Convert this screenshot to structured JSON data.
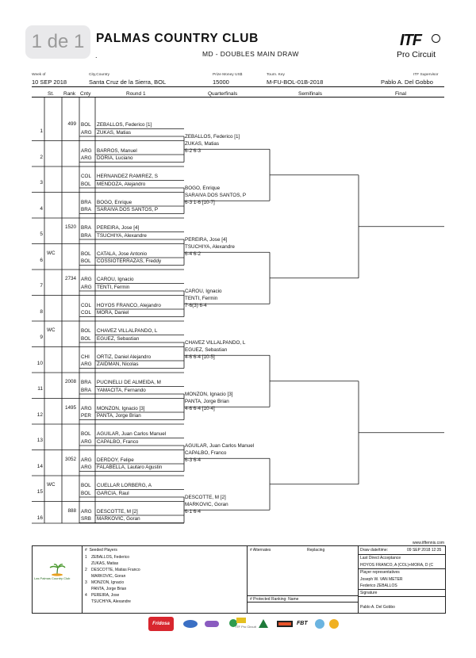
{
  "page_badge": "1 de 1",
  "header": {
    "title": "PALMAS COUNTRY CLUB",
    "dot": ".",
    "subtitle": "MD - DOUBLES MAIN DRAW",
    "logo_main": "ITF",
    "logo_sub": "Pro Circuit"
  },
  "info": {
    "week_label": "Week of",
    "week": "10 SEP 2018",
    "city_label": "City,Country",
    "city": "Santa Cruz de la Sierra, BOL",
    "prize_label": "Prize Money US$",
    "prize": "15000",
    "key_label": "Tourn. Key",
    "key": "M-FU-BOL-01B-2018",
    "super_label": "ITF Supervisor",
    "supervisor": "Pablo A. Del Gobbo"
  },
  "columns": {
    "st": "St.",
    "rank": "Rank",
    "cnty": "Cnty",
    "r1": "Round 1",
    "qf": "Quarterfinals",
    "sf": "Semifinals",
    "final": "Final"
  },
  "entries": [
    {
      "n": "1",
      "st": "",
      "rank": "499",
      "c1": "BOL",
      "p1": "ZEBALLOS, Federico [1]",
      "c2": "ARG",
      "p2": "ZUKAS, Matias"
    },
    {
      "n": "2",
      "st": "",
      "rank": "",
      "c1": "ARG",
      "p1": "BARROS, Manuel",
      "c2": "ARG",
      "p2": "DORIA, Luciano"
    },
    {
      "n": "3",
      "st": "",
      "rank": "",
      "c1": "COL",
      "p1": "HERNANDEZ RAMIREZ, S",
      "c2": "BOL",
      "p2": "MENDOZA, Alejandro"
    },
    {
      "n": "4",
      "st": "",
      "rank": "",
      "c1": "BRA",
      "p1": "BOGO, Enrique",
      "c2": "BRA",
      "p2": "SARAIVA DOS SANTOS, P"
    },
    {
      "n": "5",
      "st": "",
      "rank": "1520",
      "c1": "BRA",
      "p1": "PEREIRA, Jose [4]",
      "c2": "BRA",
      "p2": "TSUCHIYA, Alexandre"
    },
    {
      "n": "6",
      "st": "WC",
      "rank": "",
      "c1": "BOL",
      "p1": "CATALA, Jose Antonio",
      "c2": "BOL",
      "p2": "COSSIOTERRAZAS, Freddy"
    },
    {
      "n": "7",
      "st": "",
      "rank": "2734",
      "c1": "ARG",
      "p1": "CAROU, Ignacio",
      "c2": "ARG",
      "p2": "TENTI, Fermin"
    },
    {
      "n": "8",
      "st": "",
      "rank": "",
      "c1": "COL",
      "p1": "HOYOS FRANCO, Alejandro",
      "c2": "COL",
      "p2": "MORA, Daniel"
    },
    {
      "n": "9",
      "st": "WC",
      "rank": "",
      "c1": "BOL",
      "p1": "CHAVEZ VILLALPANDO, L",
      "c2": "BOL",
      "p2": "EGUEZ, Sebastian"
    },
    {
      "n": "10",
      "st": "",
      "rank": "",
      "c1": "CHI",
      "p1": "ORTIZ, Daniel Alejandro",
      "c2": "ARG",
      "p2": "ZAIDMAN, Nicolas"
    },
    {
      "n": "11",
      "st": "",
      "rank": "2008",
      "c1": "BRA",
      "p1": "PUCINELLI DE ALMEIDA, M",
      "c2": "BRA",
      "p2": "YAMACITA, Fernando"
    },
    {
      "n": "12",
      "st": "",
      "rank": "1495",
      "c1": "ARG",
      "p1": "MONZON, Ignacio [3]",
      "c2": "PER",
      "p2": "PANTA, Jorge Brian"
    },
    {
      "n": "13",
      "st": "",
      "rank": "",
      "c1": "BOL",
      "p1": "AGUILAR, Juan Carlos Manuel",
      "c2": "ARG",
      "p2": "CAPALBO, Franco"
    },
    {
      "n": "14",
      "st": "",
      "rank": "3052",
      "c1": "ARG",
      "p1": "DERDOY, Felipe",
      "c2": "ARG",
      "p2": "FALABELLA, Lautaro Agustin"
    },
    {
      "n": "15",
      "st": "WC",
      "rank": "",
      "c1": "BOL",
      "p1": "CUELLAR LORBERG, A",
      "c2": "BOL",
      "p2": "GARCIA, Raul"
    },
    {
      "n": "16",
      "st": "",
      "rank": "888",
      "c1": "ARG",
      "p1": "DESCOTTE, M [2]",
      "c2": "SRB",
      "p2": "MARKOVIC, Goran"
    }
  ],
  "qf_winners": [
    {
      "p1": "ZEBALLOS, Federico [1]",
      "p2": "ZUKAS, Matias",
      "score": "6-2 6-3"
    },
    {
      "p1": "BOGO, Enrique",
      "p2": "SARAIVA DOS SANTOS, P",
      "score": "6-3 1-6 [10-7]"
    },
    {
      "p1": "PEREIRA, Jose [4]",
      "p2": "TSUCHIYA, Alexandre",
      "score": "6-4 6-2"
    },
    {
      "p1": "CAROU, Ignacio",
      "p2": "TENTI, Fermin",
      "score": "7-6(3) 6-4"
    },
    {
      "p1": "CHAVEZ VILLALPANDO, L",
      "p2": "EGUEZ, Sebastian",
      "score": "4-6 6-4 [10-5]"
    },
    {
      "p1": "MONZON, Ignacio [3]",
      "p2": "PANTA, Jorge Brian",
      "score": "4-6 6-4 [10-4]"
    },
    {
      "p1": "AGUILAR, Juan Carlos Manuel",
      "p2": "CAPALBO, Franco",
      "score": "6-3 6-4"
    },
    {
      "p1": "DESCOTTE, M [2]",
      "p2": "MARKOVIC, Goran",
      "score": "6-1 6-4"
    }
  ],
  "footer": {
    "url": "www.itftennis.com",
    "club": "Las Palmas Country Club",
    "seeded_title": "Seeded Players",
    "seeds": [
      {
        "n": "1",
        "a": "ZEBALLOS, Federico",
        "b": "ZUKAS, Matias"
      },
      {
        "n": "2",
        "a": "DESCOTTE, Matias Franco",
        "b": "MARKOVIC, Goran"
      },
      {
        "n": "3",
        "a": "MONZON, Ignacio",
        "b": "PANTA, Jorge Brian"
      },
      {
        "n": "4",
        "a": "PEREIRA, Jose",
        "b": "TSUCHIYA, Alexandre"
      }
    ],
    "alternates": "# Alternates",
    "replacing": "Replacing",
    "protected": "# Protected Ranking: Name",
    "draw_dt_label": "Draw date/time:",
    "draw_dt": "09 SEP 2018 12:35",
    "lda_label": "Last Direct Acceptance",
    "lda": "HOYOS FRANCO, A (COL)+MORA, D (C",
    "reps_label": "Player representatives",
    "rep1": "Joseph W. VAN METER",
    "rep2": "Federico ZEBALLOS",
    "sig_label": "Signature",
    "sig": "Pablo A. Del Gobbo"
  },
  "sponsors": [
    "Fridosa",
    "ITF Pro Circuit",
    "FBT"
  ],
  "colors": {
    "ink": "#111111",
    "badge_bg": "#e9e9eb",
    "fridosa_red": "#d8262e"
  }
}
